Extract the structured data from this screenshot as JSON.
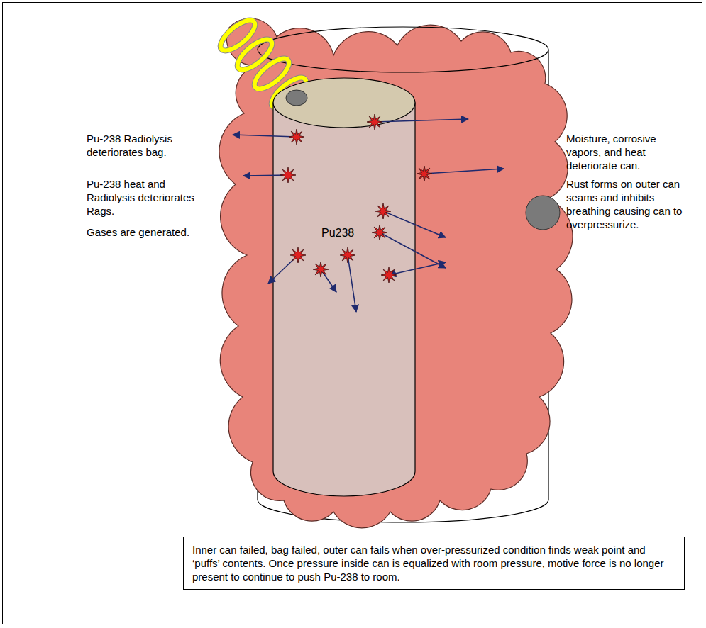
{
  "diagram": {
    "nodes": [
      {
        "text": [
          "Pu238"
        ]
      },
      {
        "text": [
          "Inner can failed, bag failed, outer can fails when over-pressurized condition finds weak point and ‘puffs’ contents.  Once pressure inside can is equalized with room pressure, motive force is no longer present to continue to push Pu-238 to room."
        ]
      }
    ],
    "labels": [
      "Pu-238 Radiolysis deteriorates bag.",
      "Pu-238 heat and Radiolysis deteriorates Rags.",
      "Gases are generated.",
      "Moisture, corrosive vapors, and heat deteriorate can.",
      "Rust forms on outer can seams and inhibits breathing causing can to overpressurize."
    ]
  }
}
